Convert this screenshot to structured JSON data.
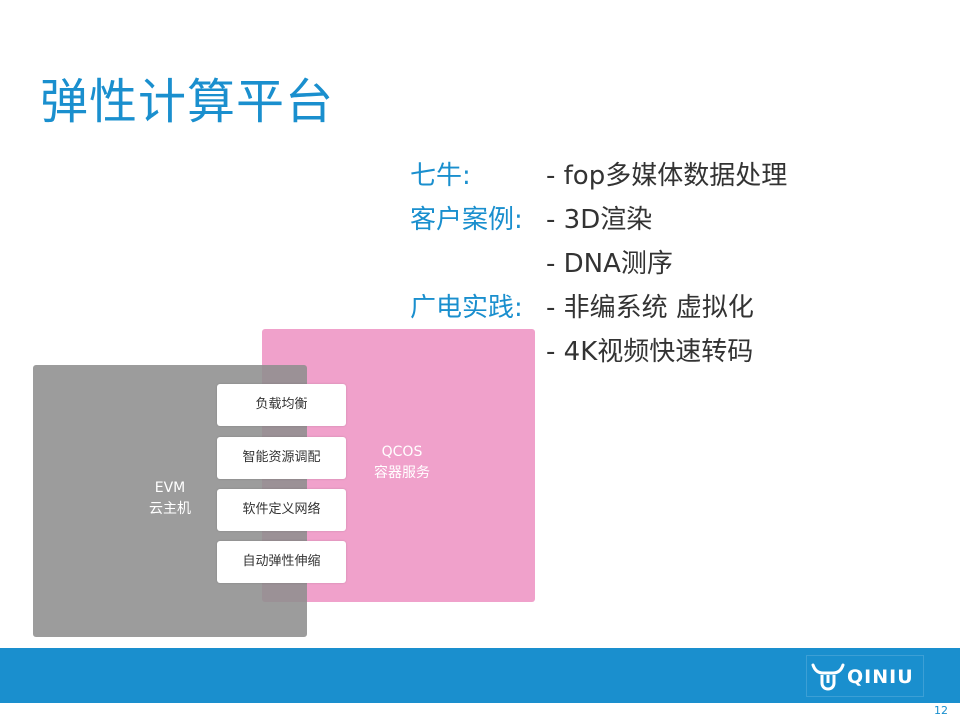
{
  "slide": {
    "title": "弹性计算平台",
    "page_number": "12"
  },
  "bullets": [
    {
      "label": "七牛:",
      "item": "- fop多媒体数据处理"
    },
    {
      "label": "客户案例:",
      "item": "- 3D渲染"
    },
    {
      "label": "",
      "item": "- DNA测序"
    },
    {
      "label": "广电实践:",
      "item": "- 非编系统 虚拟化"
    },
    {
      "label": "",
      "item": "- 4K视频快速转码"
    }
  ],
  "diagram": {
    "evm": {
      "line1": "EVM",
      "line2": "云主机"
    },
    "qcos": {
      "line1": "QCOS",
      "line2": "容器服务"
    },
    "features": [
      "负载均衡",
      "智能资源调配",
      "软件定义网络",
      "自动弹性伸缩"
    ],
    "colors": {
      "evm": "#8e8e8e",
      "qcos": "#f0a1cb",
      "accent": "#1a8fce"
    }
  },
  "brand": {
    "logo_text": "QINIU",
    "logo_icon": "qiniu-bull-icon"
  }
}
